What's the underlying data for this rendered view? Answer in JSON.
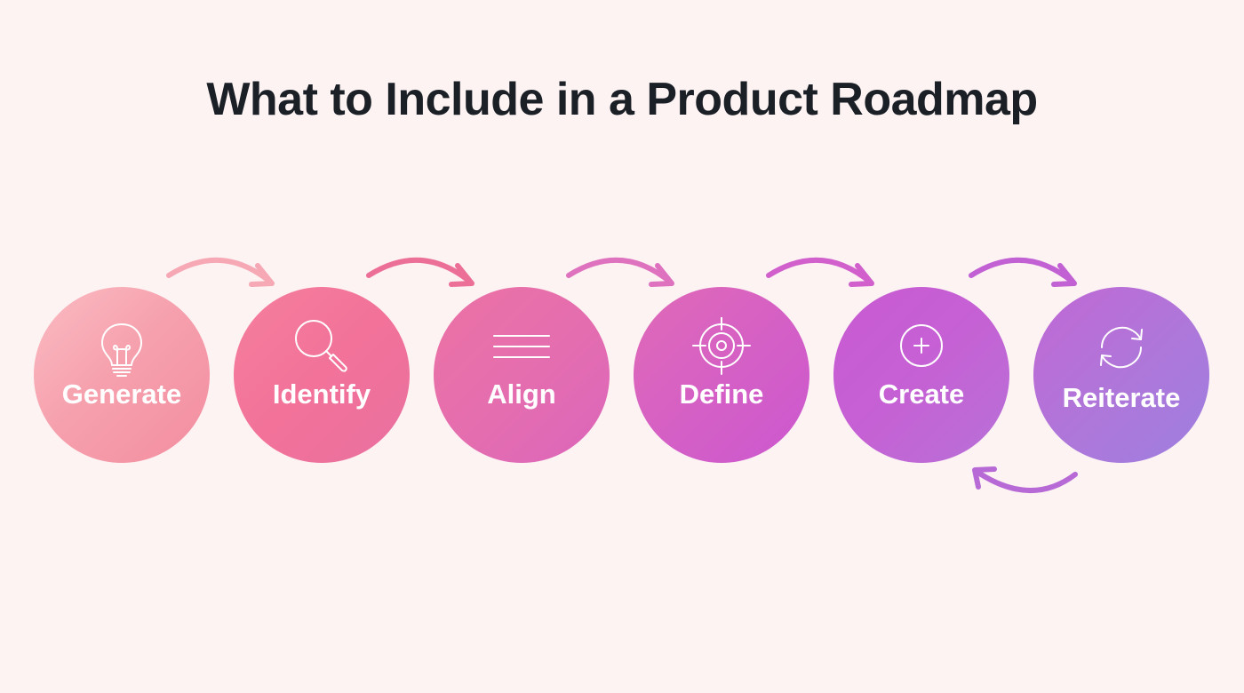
{
  "title": "What to Include in a Product Roadmap",
  "steps": [
    {
      "label": "Generate",
      "icon": "lightbulb-icon"
    },
    {
      "label": "Identify",
      "icon": "magnifier-icon"
    },
    {
      "label": "Align",
      "icon": "lines-icon"
    },
    {
      "label": "Define",
      "icon": "target-icon"
    },
    {
      "label": "Create",
      "icon": "plus-circle-icon"
    },
    {
      "label": "Reiterate",
      "icon": "refresh-icon"
    }
  ],
  "colors": {
    "background": "#fdf3f3",
    "title": "#1b2027",
    "label": "#ffffff",
    "arrow_1": "#f6a9b5",
    "arrow_2": "#ec6f98",
    "arrow_3": "#df72bf",
    "arrow_4": "#d160cc",
    "arrow_5": "#c261d3",
    "arrow_back": "#b76ad6"
  }
}
